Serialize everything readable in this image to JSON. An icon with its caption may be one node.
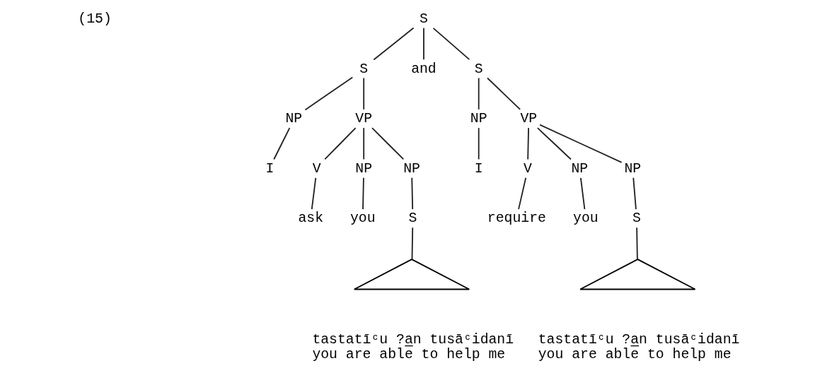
{
  "diagram": {
    "nodes": [
      {
        "text": [
          "S"
        ]
      },
      {
        "text": [
          "S"
        ]
      },
      {
        "text": [
          "and"
        ]
      },
      {
        "text": [
          "S"
        ]
      },
      {
        "text": [
          "NP"
        ]
      },
      {
        "text": [
          "VP"
        ]
      },
      {
        "text": [
          "NP"
        ]
      },
      {
        "text": [
          "VP"
        ]
      },
      {
        "text": [
          "I"
        ]
      },
      {
        "text": [
          "V"
        ]
      },
      {
        "text": [
          "NP"
        ]
      },
      {
        "text": [
          "NP"
        ]
      },
      {
        "text": [
          "I"
        ]
      },
      {
        "text": [
          "V"
        ]
      },
      {
        "text": [
          "NP"
        ]
      },
      {
        "text": [
          "NP"
        ]
      },
      {
        "text": [
          "ask"
        ]
      },
      {
        "text": [
          "you"
        ]
      },
      {
        "text": [
          "S"
        ]
      },
      {
        "text": [
          "require"
        ]
      },
      {
        "text": [
          "you"
        ]
      },
      {
        "text": [
          "S"
        ]
      },
      {
        "text": [],
        "shape": "triangle",
        "beside": [
          "tastatīᶜu ?a̲n tusāᶜidanī",
          "you are able to help me"
        ]
      },
      {
        "text": [],
        "shape": "triangle",
        "beside": [
          "tastatīᶜu ?a̲n tusāᶜidanī",
          "you are able to help me"
        ]
      }
    ],
    "edges": [
      {
        "from": 0,
        "to": 1,
        "arrow": "none"
      },
      {
        "from": 0,
        "to": 2,
        "arrow": "none"
      },
      {
        "from": 0,
        "to": 3,
        "arrow": "none"
      },
      {
        "from": 1,
        "to": 4,
        "arrow": "none"
      },
      {
        "from": 1,
        "to": 5,
        "arrow": "none"
      },
      {
        "from": 3,
        "to": 6,
        "arrow": "none"
      },
      {
        "from": 3,
        "to": 7,
        "arrow": "none"
      },
      {
        "from": 4,
        "to": 8,
        "arrow": "none"
      },
      {
        "from": 5,
        "to": 9,
        "arrow": "none"
      },
      {
        "from": 5,
        "to": 10,
        "arrow": "none"
      },
      {
        "from": 5,
        "to": 11,
        "arrow": "none"
      },
      {
        "from": 6,
        "to": 12,
        "arrow": "none"
      },
      {
        "from": 7,
        "to": 13,
        "arrow": "none"
      },
      {
        "from": 7,
        "to": 14,
        "arrow": "none"
      },
      {
        "from": 7,
        "to": 15,
        "arrow": "none"
      },
      {
        "from": 9,
        "to": 16,
        "arrow": "none"
      },
      {
        "from": 10,
        "to": 17,
        "arrow": "none"
      },
      {
        "from": 11,
        "to": 18,
        "arrow": "none"
      },
      {
        "from": 13,
        "to": 19,
        "arrow": "none"
      },
      {
        "from": 14,
        "to": 20,
        "arrow": "none"
      },
      {
        "from": 15,
        "to": 21,
        "arrow": "none"
      },
      {
        "from": 18,
        "to": 22,
        "arrow": "none"
      },
      {
        "from": 21,
        "to": 23,
        "arrow": "none"
      }
    ],
    "labels": [
      "(15)"
    ]
  }
}
